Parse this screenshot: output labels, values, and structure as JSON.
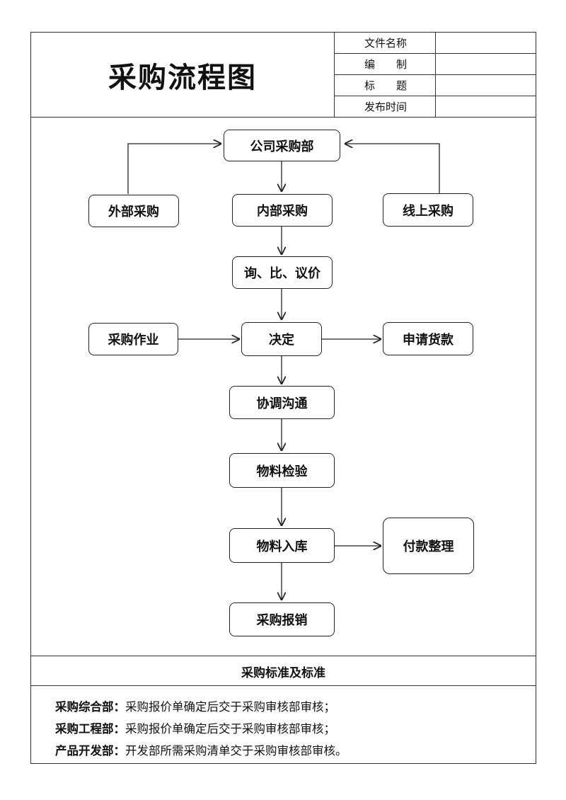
{
  "header": {
    "title": "采购流程图",
    "meta": [
      {
        "label": "文件名称",
        "value": ""
      },
      {
        "label": "编制",
        "value": ""
      },
      {
        "label": "标题",
        "value": ""
      },
      {
        "label": "发布时间",
        "value": ""
      }
    ]
  },
  "flow": {
    "company_dept": "公司采购部",
    "external": "外部采购",
    "internal": "内部采购",
    "online": "线上采购",
    "inquiry": "询、比、议价",
    "operation": "采购作业",
    "decision": "决定",
    "payment_request": "申请货款",
    "coordinate": "协调沟通",
    "inspection": "物料检验",
    "warehousing": "物料入库",
    "payment_arrange": "付款整理",
    "reimbursement": "采购报销"
  },
  "standards": {
    "title": "采购标准及标准",
    "items": [
      {
        "dept": "采购综合部：",
        "text": "采购报价单确定后交于采购审核部审核；"
      },
      {
        "dept": "采购工程部：",
        "text": "采购报价单确定后交于采购审核部审核；"
      },
      {
        "dept": "产品开发部：",
        "text": "开发部所需采购清单交于采购审核部审核。"
      }
    ]
  }
}
